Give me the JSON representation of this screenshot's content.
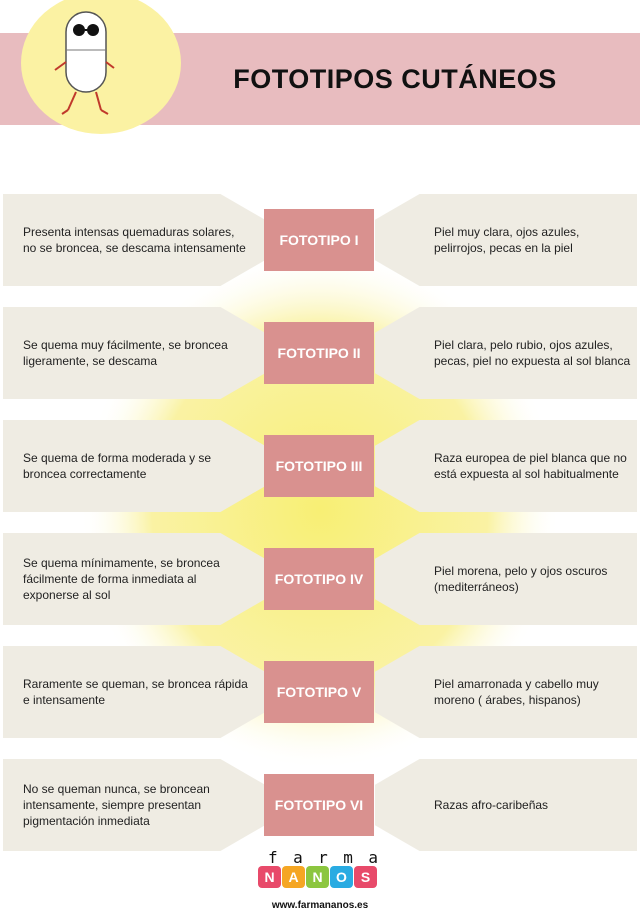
{
  "header": {
    "title": "FOTOTIPOS CUTÁNEOS"
  },
  "rows": [
    {
      "badge": "FOTOTIPO I",
      "left": "Presenta intensas quemaduras solares, no se broncea, se descama intensamente",
      "right": "Piel muy clara, ojos azules, pelirrojos, pecas en la piel"
    },
    {
      "badge": "FOTOTIPO II",
      "left": "Se quema muy fácilmente,  se broncea ligeramente, se descama",
      "right": "Piel clara, pelo rubio, ojos azules, pecas, piel no expuesta al sol blanca"
    },
    {
      "badge": "FOTOTIPO III",
      "left": "Se quema de forma moderada y se broncea correctamente",
      "right": "Raza europea de piel blanca que no está expuesta al sol habitualmente"
    },
    {
      "badge": "FOTOTIPO IV",
      "left": "Se quema mínimamente, se broncea fácilmente de forma inmediata al exponerse al sol",
      "right": "Piel morena, pelo y ojos oscuros (mediterráneos)"
    },
    {
      "badge": "FOTOTIPO V",
      "left": "Raramente se queman, se broncea rápida e intensamente",
      "right": "Piel amarronada y cabello muy moreno  ( árabes, hispanos)"
    },
    {
      "badge": "FOTOTIPO VI",
      "left": "No se queman nunca, se broncean intensamente, siempre presentan pigmentación inmediata",
      "right": "Razas afro-caribeñas"
    }
  ],
  "logo": {
    "top": "farma",
    "letters": [
      "N",
      "A",
      "N",
      "O",
      "S"
    ],
    "colors": [
      "#e84a6a",
      "#f5a623",
      "#8cc63f",
      "#29abe2",
      "#e84a6a"
    ],
    "url": "www.farmananos.es"
  },
  "colors": {
    "header": "#e8bcbf",
    "badge": "#d9918f",
    "panel": "#efece3",
    "glow": "#f8ef74"
  }
}
